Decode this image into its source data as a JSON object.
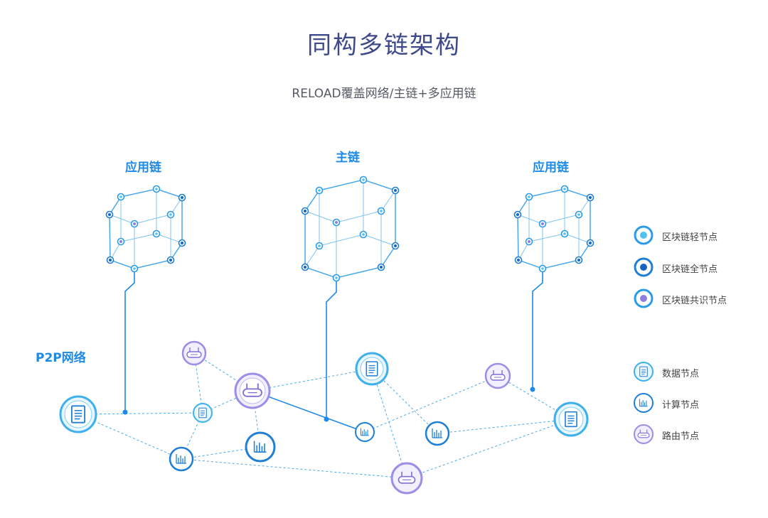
{
  "title": "同构多链架构",
  "subtitle": "RELOAD覆盖网络/主链+多应用链",
  "chains": {
    "left_label": "应用链",
    "center_label": "主链",
    "right_label": "应用链"
  },
  "p2p_label": "P2P网络",
  "legend": {
    "light_node": "区块链轻节点",
    "full_node": "区块链全节点",
    "consensus_node": "区块链共识节点",
    "data_node": "数据节点",
    "compute_node": "计算节点",
    "router_node": "路由节点"
  },
  "colors": {
    "title": "#3f4a8a",
    "accent_blue": "#1f8ae6",
    "light_blue": "#4fc3f0",
    "dark_blue": "#1565c0",
    "purple": "#8c7fe0"
  }
}
